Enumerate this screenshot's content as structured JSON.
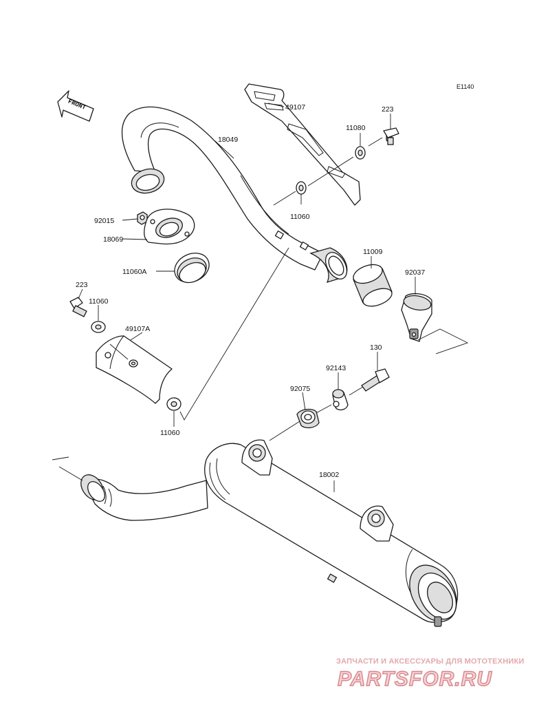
{
  "diagram_code": "E1140",
  "front_arrow_label": "FRONT",
  "parts": [
    {
      "id": "part-49107",
      "number": "49107"
    },
    {
      "id": "part-223-top",
      "number": "223"
    },
    {
      "id": "part-11080",
      "number": "11080"
    },
    {
      "id": "part-18049",
      "number": "18049"
    },
    {
      "id": "part-11060-top",
      "number": "11060"
    },
    {
      "id": "part-92015",
      "number": "92015"
    },
    {
      "id": "part-18069",
      "number": "18069"
    },
    {
      "id": "part-11060a",
      "number": "11060A"
    },
    {
      "id": "part-11009",
      "number": "11009"
    },
    {
      "id": "part-92037",
      "number": "92037"
    },
    {
      "id": "part-223-left",
      "number": "223"
    },
    {
      "id": "part-11060-left",
      "number": "11060"
    },
    {
      "id": "part-49107a",
      "number": "49107A"
    },
    {
      "id": "part-130",
      "number": "130"
    },
    {
      "id": "part-92143",
      "number": "92143"
    },
    {
      "id": "part-92075",
      "number": "92075"
    },
    {
      "id": "part-11060-bottom",
      "number": "11060"
    },
    {
      "id": "part-18002",
      "number": "18002"
    }
  ],
  "watermark": {
    "caption": "ЗАПЧАСТИ И АКСЕССУАРЫ ДЛЯ МОТОТЕХНИКИ",
    "logo": "PARTSFOR.RU"
  }
}
